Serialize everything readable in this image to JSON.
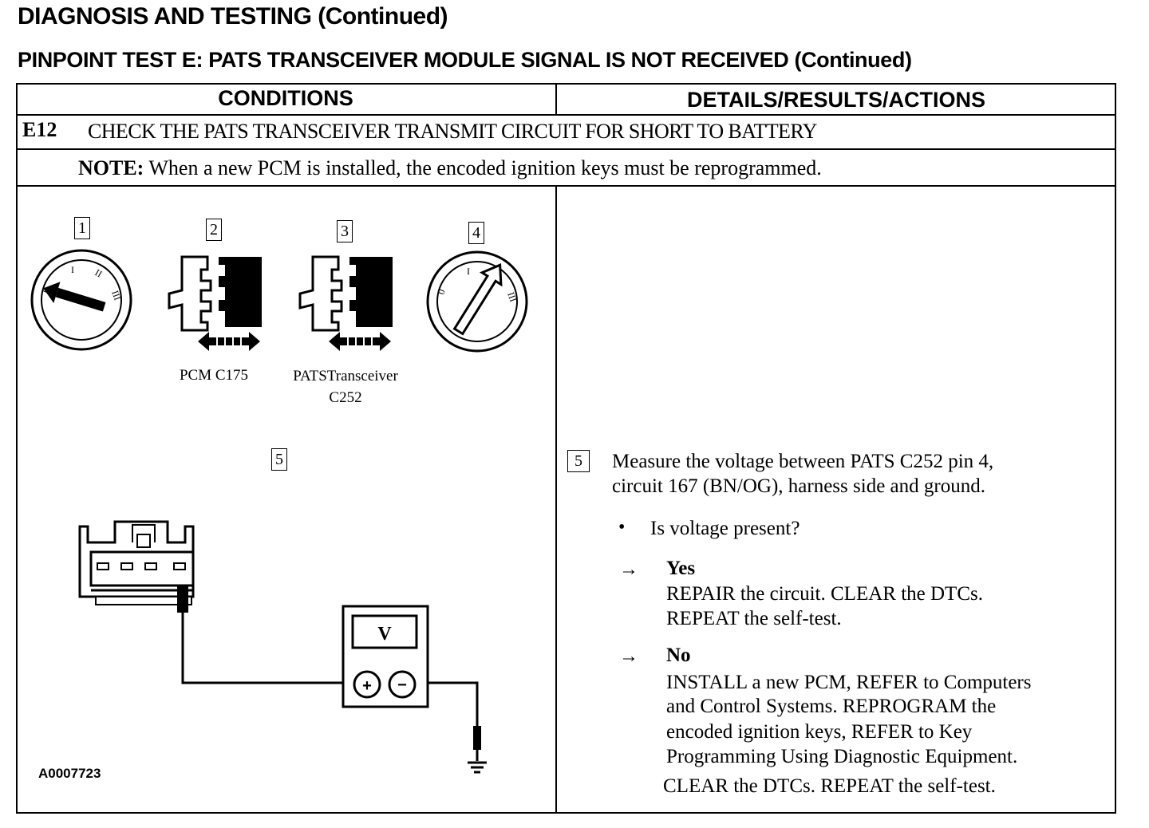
{
  "header": {
    "page_title": "DIAGNOSIS AND TESTING (Continued)",
    "test_title": "PINPOINT TEST E:  PATS TRANSCEIVER MODULE SIGNAL IS NOT RECEIVED (Continued)"
  },
  "table": {
    "col_conditions": "CONDITIONS",
    "col_details": "DETAILS/RESULTS/ACTIONS",
    "step_id": "E12",
    "step_title": "CHECK THE PATS TRANSCEIVER TRANSMIT CIRCUIT FOR SHORT TO BATTERY",
    "note_label": "NOTE:",
    "note_text": " When a new PCM is installed, the encoded ignition keys must be reprogrammed."
  },
  "figure": {
    "step_labels": [
      "1",
      "2",
      "3",
      "4",
      "5"
    ],
    "ignition_marks": [
      "0",
      "I",
      "II",
      "III"
    ],
    "caption_pcm": "PCM C175",
    "caption_pats_line1": "PATSTransceiver",
    "caption_pats_line2": "C252",
    "meter_label": "V",
    "meter_plus": "+",
    "meter_minus": "−",
    "figure_id": "A0007723"
  },
  "details": {
    "step_num": "5",
    "measure_line1": "Measure the voltage between PATS C252 pin 4,",
    "measure_line2": "circuit 167 (BN/OG), harness side and ground.",
    "bullet": "•",
    "question": "Is voltage present?",
    "arrow": "→",
    "yes_label": "Yes",
    "yes_line1": "REPAIR the circuit. CLEAR the DTCs.",
    "yes_line2": "REPEAT the self-test.",
    "no_label": "No",
    "no_line1": "INSTALL a new PCM, REFER to Computers",
    "no_line2": "and Control Systems. REPROGRAM the",
    "no_line3": "encoded ignition  keys, REFER to Key",
    "no_line4": "Programming Using Diagnostic Equipment.",
    "no_line5": "CLEAR  the DTCs.  REPEAT the self-test."
  }
}
